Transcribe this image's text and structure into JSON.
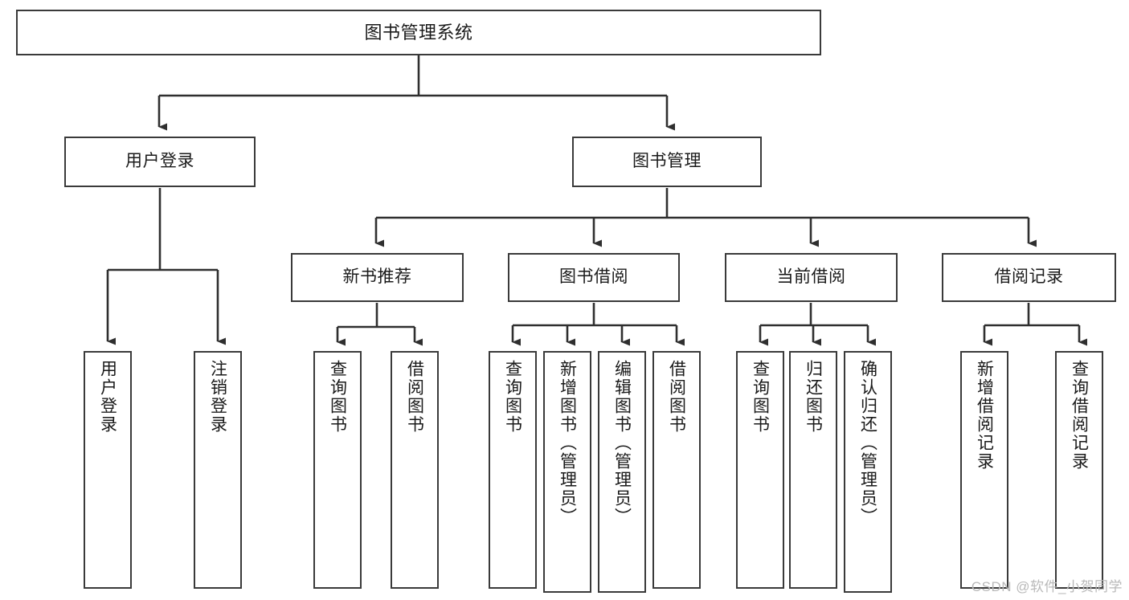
{
  "diagram": {
    "title": "图书管理系统",
    "watermark": "CSDN @软件_小贺同学",
    "line_color": "#3a3a3a",
    "box_fill": "#ffffff",
    "text_color": "#1a1a1a",
    "root": {
      "label": "图书管理系统"
    },
    "level2": [
      {
        "label": "用户登录"
      },
      {
        "label": "图书管理"
      }
    ],
    "level3": [
      {
        "label": "新书推荐"
      },
      {
        "label": "图书借阅"
      },
      {
        "label": "当前借阅"
      },
      {
        "label": "借阅记录"
      }
    ],
    "leaves": {
      "user_login": [
        {
          "label": "用户登录"
        },
        {
          "label": "注销登录"
        }
      ],
      "new_book_recommend": [
        {
          "label": "查询图书"
        },
        {
          "label": "借阅图书"
        }
      ],
      "book_borrow": [
        {
          "label": "查询图书"
        },
        {
          "label": "新增图书（管理员）"
        },
        {
          "label": "编辑图书（管理员）"
        },
        {
          "label": "借阅图书"
        }
      ],
      "current_borrow": [
        {
          "label": "查询图书"
        },
        {
          "label": "归还图书"
        },
        {
          "label": "确认归还（管理员）"
        }
      ],
      "borrow_record": [
        {
          "label": "新增借阅记录"
        },
        {
          "label": "查询借阅记录"
        }
      ]
    }
  }
}
